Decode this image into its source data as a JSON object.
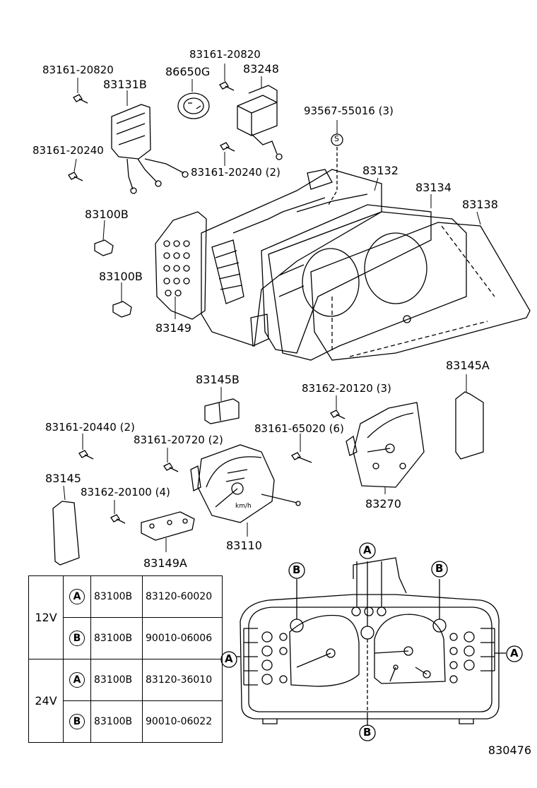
{
  "labels": {
    "p83161_20820_a": "83161-20820",
    "p83131B": "83131B",
    "p86650G": "86650G",
    "p83161_20820_b": "83161-20820",
    "p83248": "83248",
    "p93567": "93567-55016 (3)",
    "p83161_20240_a": "83161-20240",
    "p83161_20240_b": "83161-20240 (2)",
    "p83132": "83132",
    "p83134": "83134",
    "p83138": "83138",
    "p83100B_a": "83100B",
    "p83100B_b": "83100B",
    "p83149": "83149",
    "p83145B": "83145B",
    "p83145A": "83145A",
    "p83162_20120": "83162-20120 (3)",
    "p83161_20440": "83161-20440 (2)",
    "p83161_20720": "83161-20720 (2)",
    "p83161_65020": "83161-65020 (6)",
    "p83145": "83145",
    "p83162_20100": "83162-20100 (4)",
    "p83270": "83270",
    "p83110": "83110",
    "p83149A": "83149A",
    "screw_mark": "S",
    "kmh": "km/h"
  },
  "callouts": {
    "A": "A",
    "B": "B"
  },
  "table": {
    "rows": [
      {
        "voltage": "12V",
        "mark": "A",
        "part1": "83100B",
        "part2": "83120-60020"
      },
      {
        "voltage": "",
        "mark": "B",
        "part1": "83100B",
        "part2": "90010-06006"
      },
      {
        "voltage": "24V",
        "mark": "A",
        "part1": "83100B",
        "part2": "83120-36010"
      },
      {
        "voltage": "",
        "mark": "B",
        "part1": "83100B",
        "part2": "90010-06022"
      }
    ]
  },
  "diagram_code": "830476"
}
